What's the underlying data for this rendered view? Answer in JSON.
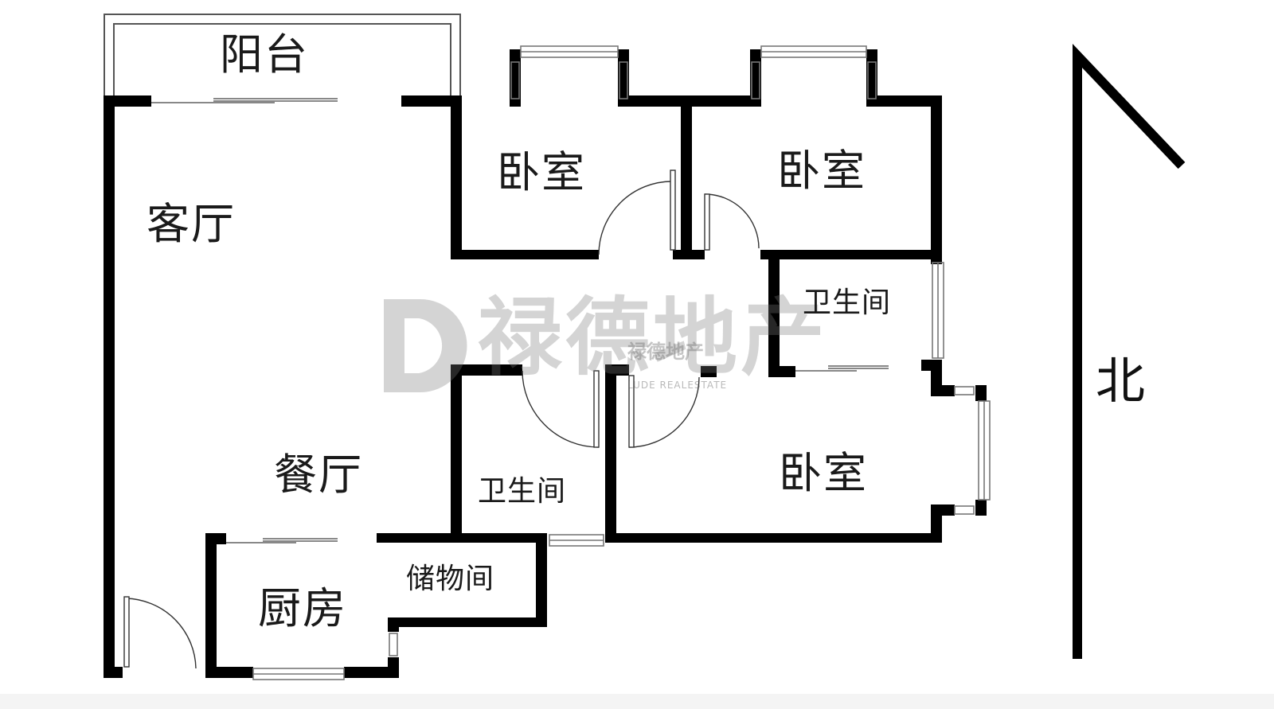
{
  "rooms": {
    "balcony": "阳台",
    "living_room": "客厅",
    "dining_room": "餐厅",
    "bedroom_1": "卧室",
    "bedroom_2": "卧室",
    "bedroom_3": "卧室",
    "bathroom_1": "卫生间",
    "bathroom_2": "卫生间",
    "storage": "储物间",
    "kitchen": "厨房"
  },
  "compass": {
    "label": "北"
  },
  "watermark": {
    "brand": "禄德地产",
    "brand_small": "禄德地产",
    "brand_en": "LUDE REALESTATE"
  },
  "colors": {
    "wall": "#000000",
    "window_line": "#9a9a9a",
    "watermark": "#b0b0b0"
  }
}
